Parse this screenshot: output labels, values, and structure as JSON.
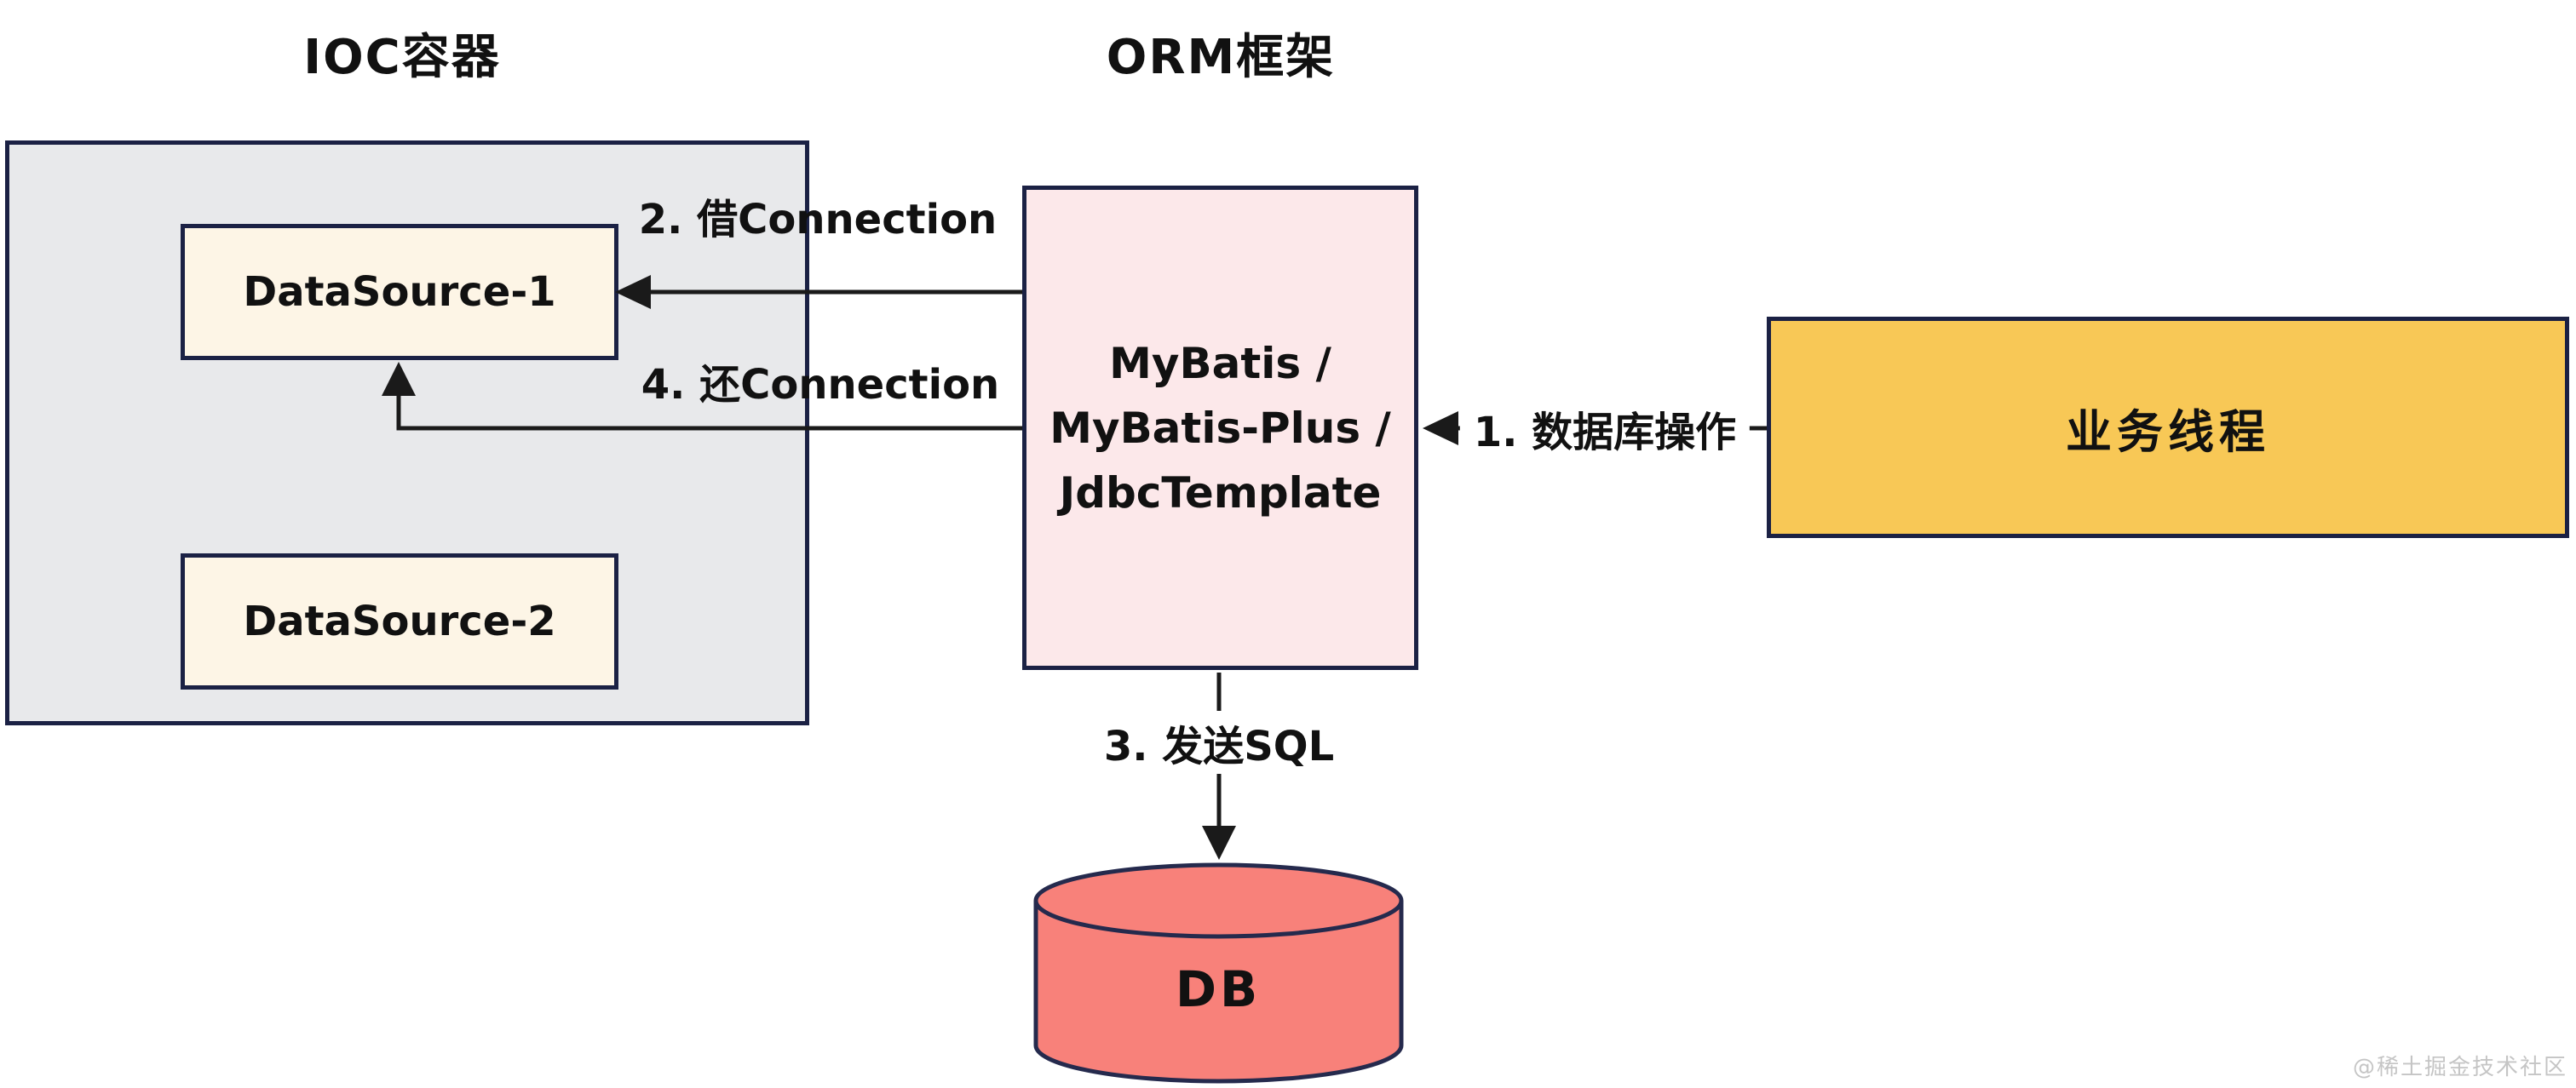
{
  "diagram": {
    "titles": {
      "ioc": "IOC容器",
      "orm": "ORM框架"
    },
    "ioc_container": {
      "datasource1_label": "DataSource-1",
      "datasource2_label": "DataSource-2"
    },
    "orm_box": {
      "line1": "MyBatis /",
      "line2": "MyBatis-Plus /",
      "line3": "JdbcTemplate"
    },
    "business_box": {
      "label": "业务线程"
    },
    "db": {
      "label": "DB"
    },
    "arrows": {
      "a1_label": "1. 数据库操作",
      "a2_label": "2. 借Connection",
      "a3_label": "3. 发送SQL",
      "a4_label": "4. 还Connection"
    },
    "watermark": "@稀土掘金技术社区",
    "colors": {
      "border": "#1b2144",
      "gray_fill": "#e8e9eb",
      "cream_fill": "#fdf5e6",
      "pink_fill": "#fce8ea",
      "yellow_fill": "#f8c856",
      "red_fill": "#f8817a",
      "line": "#1a1a1a",
      "watermark": "#c5c5c5"
    }
  }
}
